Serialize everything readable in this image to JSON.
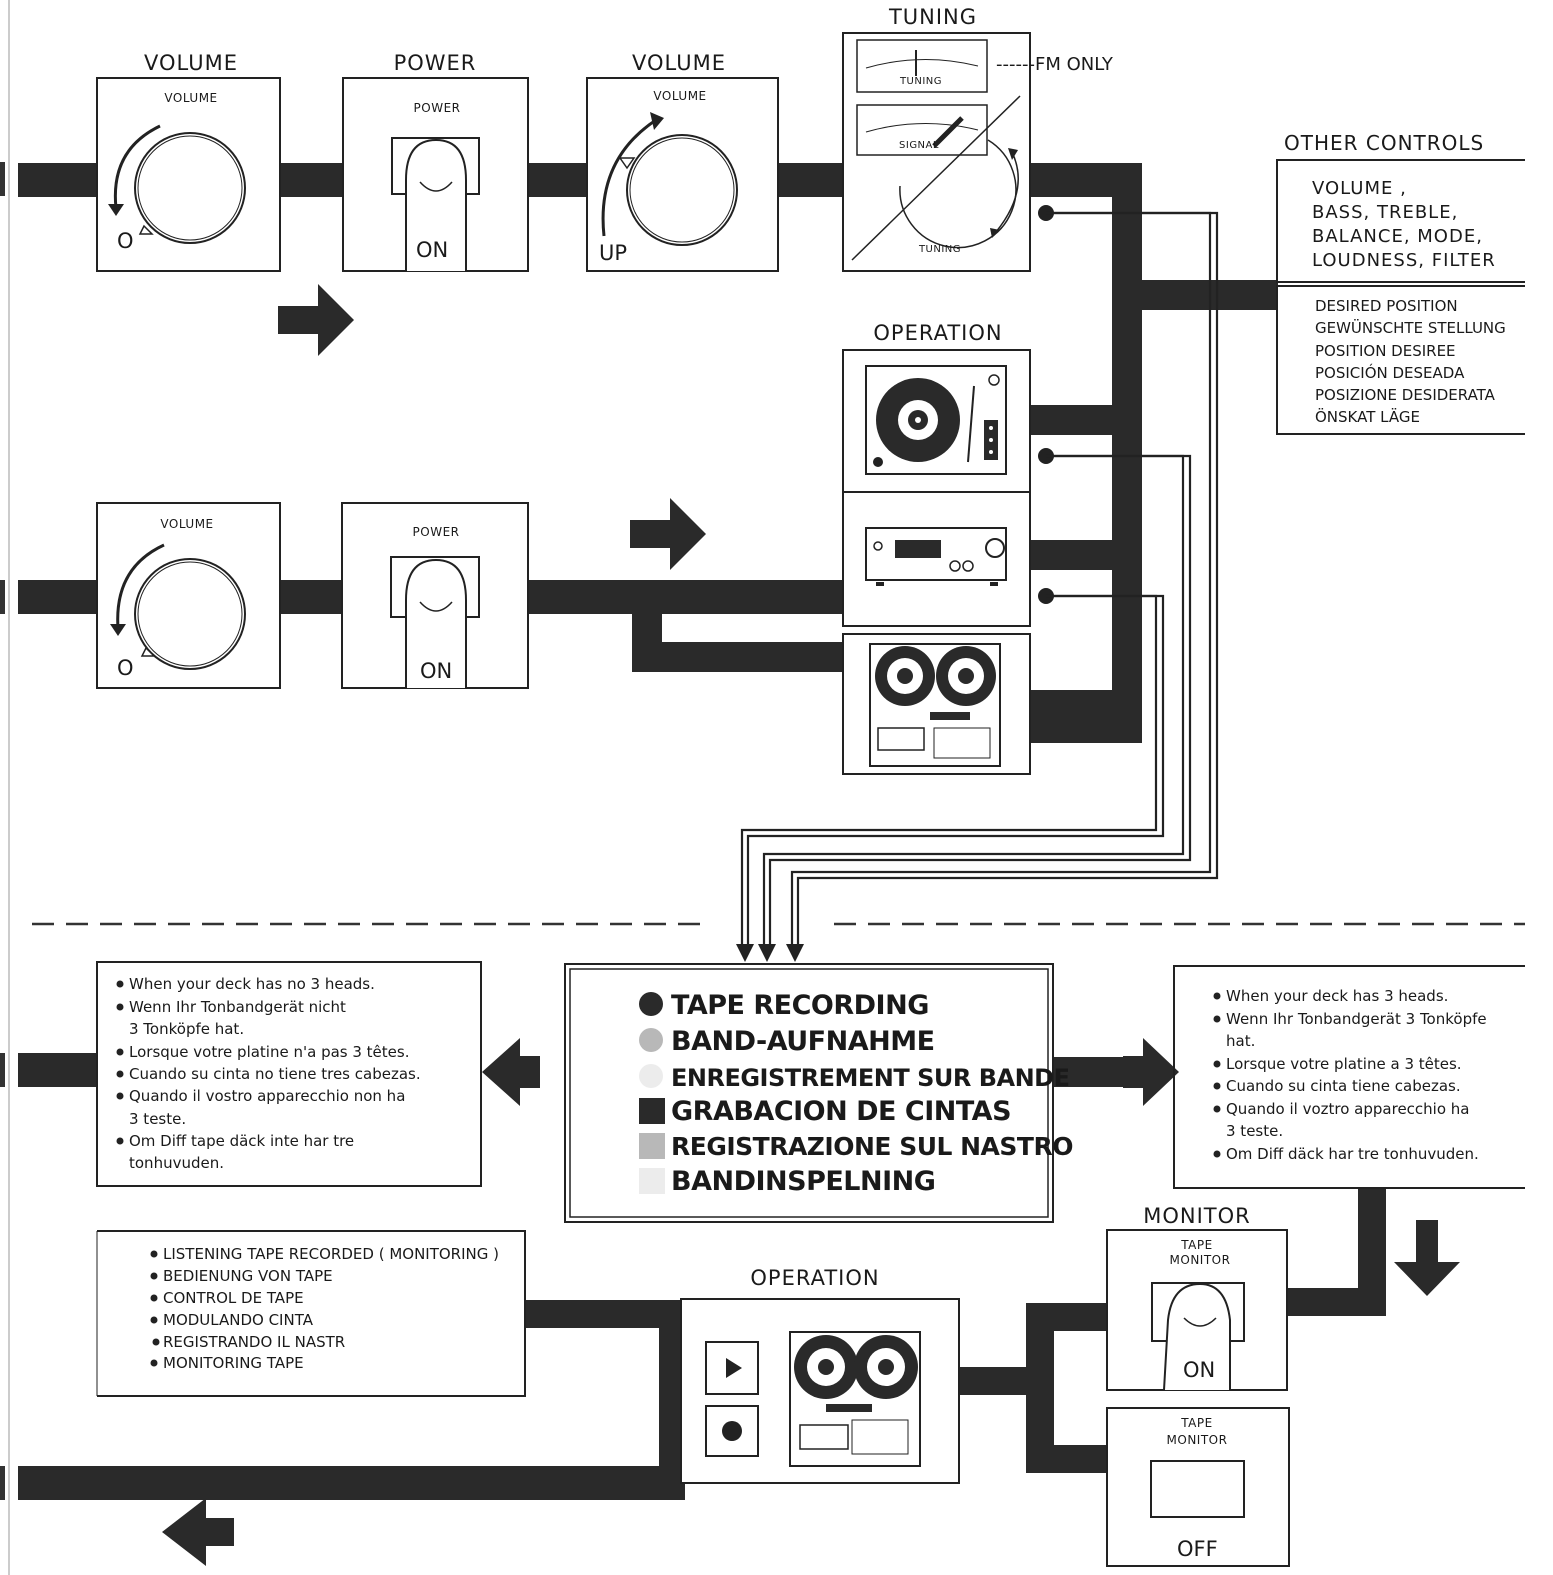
{
  "top_panels": {
    "volume1": {
      "title": "VOLUME",
      "inner": "VOLUME",
      "mark": "O"
    },
    "power1": {
      "title": "POWER",
      "inner": "POWER",
      "state": "ON"
    },
    "volume2": {
      "title": "VOLUME",
      "inner": "VOLUME",
      "mark": "UP"
    },
    "tuning": {
      "title": "TUNING",
      "meter1": "TUNING",
      "meter2": "SIGNAL",
      "dial": "TUNING",
      "note": "------FM ONLY"
    }
  },
  "other_controls": {
    "title": "OTHER CONTROLS",
    "controls": [
      "VOLUME ,",
      "BASS, TREBLE,",
      "BALANCE, MODE,",
      "LOUDNESS, FILTER"
    ],
    "positions": [
      "DESIRED POSITION",
      "GEWÜNSCHTE STELLUNG",
      "POSITION DESIREE",
      "POSICIÓN DESEADA",
      "POSIZIONE DESIDERATA",
      "ÖNSKAT LÄGE"
    ]
  },
  "operation_top": {
    "title": "OPERATION"
  },
  "second_row": {
    "volume": {
      "inner": "VOLUME",
      "mark": "O"
    },
    "power": {
      "inner": "POWER",
      "state": "ON"
    }
  },
  "left_note": {
    "lines": [
      "When your deck has no 3 heads.",
      "Wenn Ihr Tonbandgerät nicht",
      "3 Tonköpfe hat.",
      "Lorsque votre platine n'a pas 3 têtes.",
      "Cuando su cinta no tiene tres cabezas.",
      "Quando il vostro apparecchio non ha",
      "3 teste.",
      "Om Diff tape däck inte har tre",
      "tonhuvuden."
    ]
  },
  "tape_recording": {
    "items": [
      "TAPE RECORDING",
      "BAND-AUFNAHME",
      "ENREGISTREMENT SUR BANDE",
      "GRABACION DE CINTAS",
      "REGISTRAZIONE SUL NASTRO",
      "BANDINSPELNING"
    ]
  },
  "right_note": {
    "lines": [
      "When your deck has 3 heads.",
      "Wenn Ihr Tonbandgerät 3 Tonköpfe",
      "hat.",
      "Lorsque votre platine a 3 têtes.",
      "Cuando su cinta tiene cabezas.",
      "Quando il voztro apparecchio ha",
      "3 teste.",
      "Om Diff däck har tre tonhuvuden."
    ]
  },
  "monitoring_note": {
    "lines": [
      "LISTENING TAPE RECORDED ( MONITORING )",
      "BEDIENUNG VON TAPE",
      "CONTROL DE TAPE",
      "MODULANDO CINTA",
      "REGISTRANDO IL NASTR",
      "MONITORING TAPE"
    ]
  },
  "operation_bottom": {
    "title": "OPERATION"
  },
  "monitor": {
    "title": "MONITOR",
    "on_panel": {
      "label1": "TAPE",
      "label2": "MONITOR",
      "state": "ON"
    },
    "off_panel": {
      "label1": "TAPE",
      "label2": "MONITOR",
      "state": "OFF"
    }
  }
}
